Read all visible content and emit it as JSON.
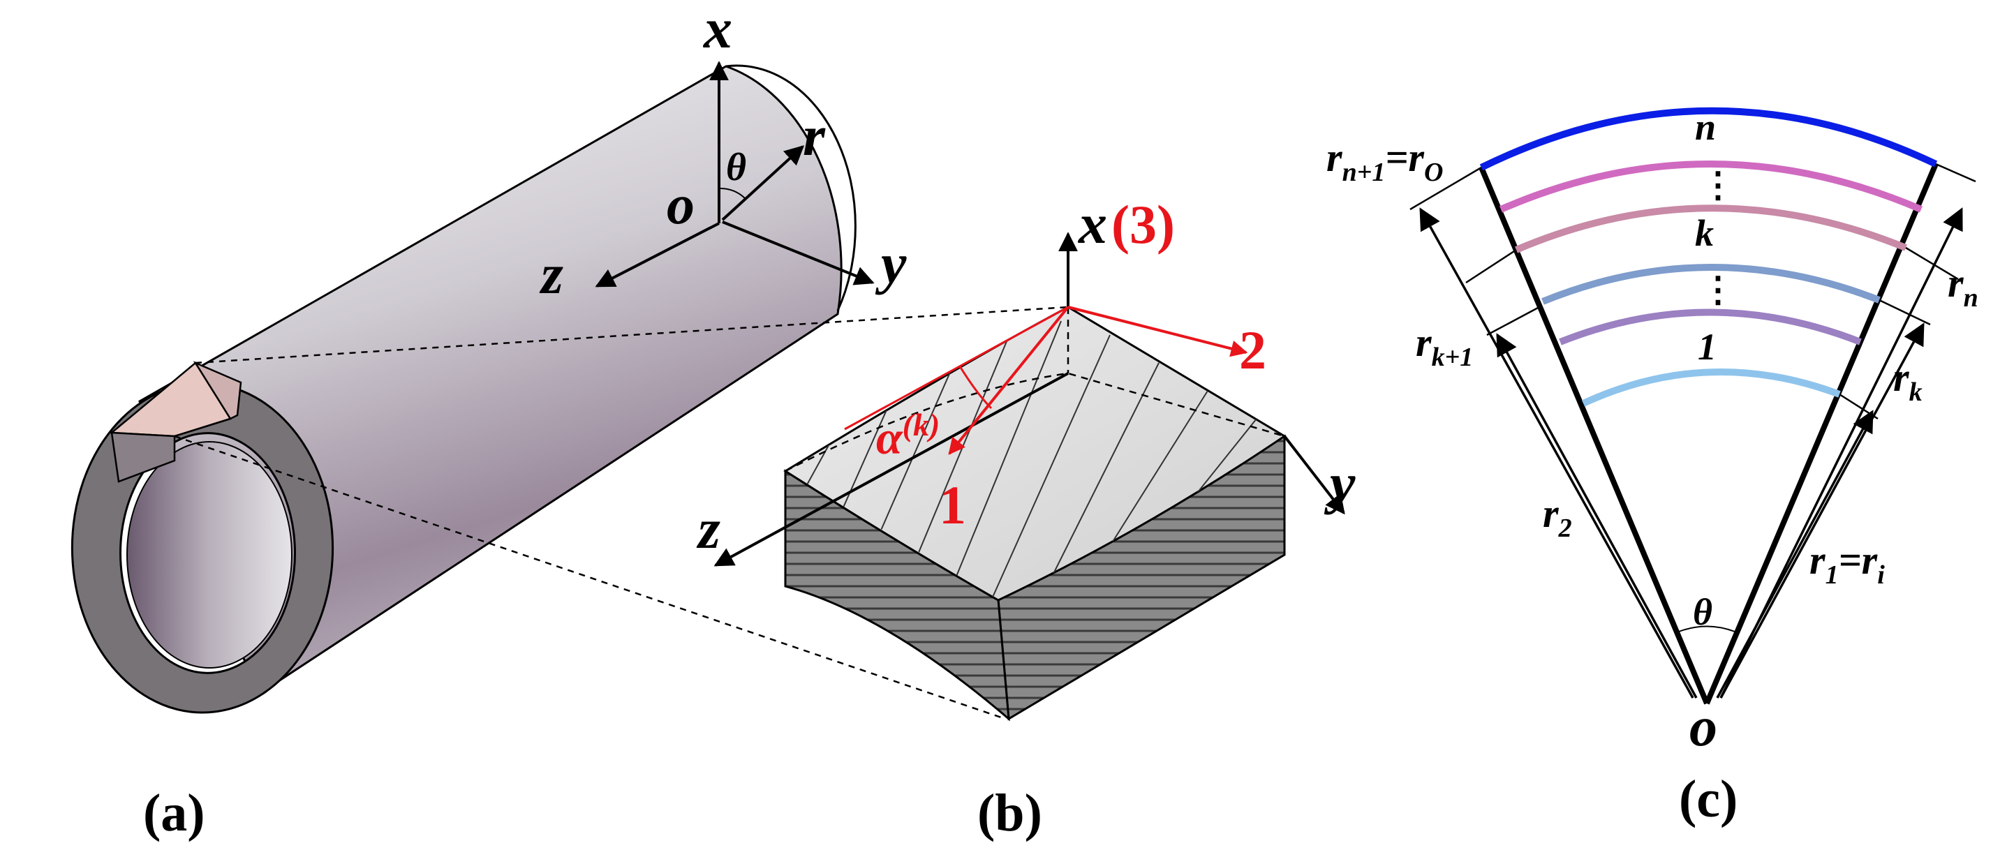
{
  "panel_a": {
    "label": "(a)",
    "axes": {
      "x": "x",
      "r": "r",
      "theta": "θ",
      "origin": "o",
      "z": "z",
      "y": "y"
    }
  },
  "panel_b": {
    "label": "(b)",
    "axes": {
      "x": "x",
      "x_paren": "(3)",
      "dir2": "2",
      "dir1": "1",
      "alpha": "α",
      "alpha_sup": "(k)",
      "z": "z",
      "y": "y"
    }
  },
  "panel_c": {
    "label": "(c)",
    "layer_labels": {
      "n": "n",
      "k": "k",
      "one": "1",
      "dots": "⋮"
    },
    "radii": {
      "outer_left_base": "r",
      "outer_left_sub": "n+1",
      "outer_left_eq": "=r",
      "outer_left_sub2": "O",
      "rk1_base": "r",
      "rk1_sub": "k+1",
      "r2_base": "r",
      "r2_sub": "2",
      "rn_base": "r",
      "rn_sub": "n",
      "rk_base": "r",
      "rk_sub": "k",
      "r1_base": "r",
      "r1_sub": "1",
      "r1_eq": "=r",
      "r1_sub2": "i"
    },
    "theta": "θ",
    "origin": "o",
    "layer_colors": [
      "#0a1ee6",
      "#d06ac0",
      "#c88aa6",
      "#7e9ccc",
      "#9b80c2",
      "#8ec4ec"
    ]
  },
  "colors": {
    "accent": "#e8151b",
    "ink": "#000000"
  }
}
